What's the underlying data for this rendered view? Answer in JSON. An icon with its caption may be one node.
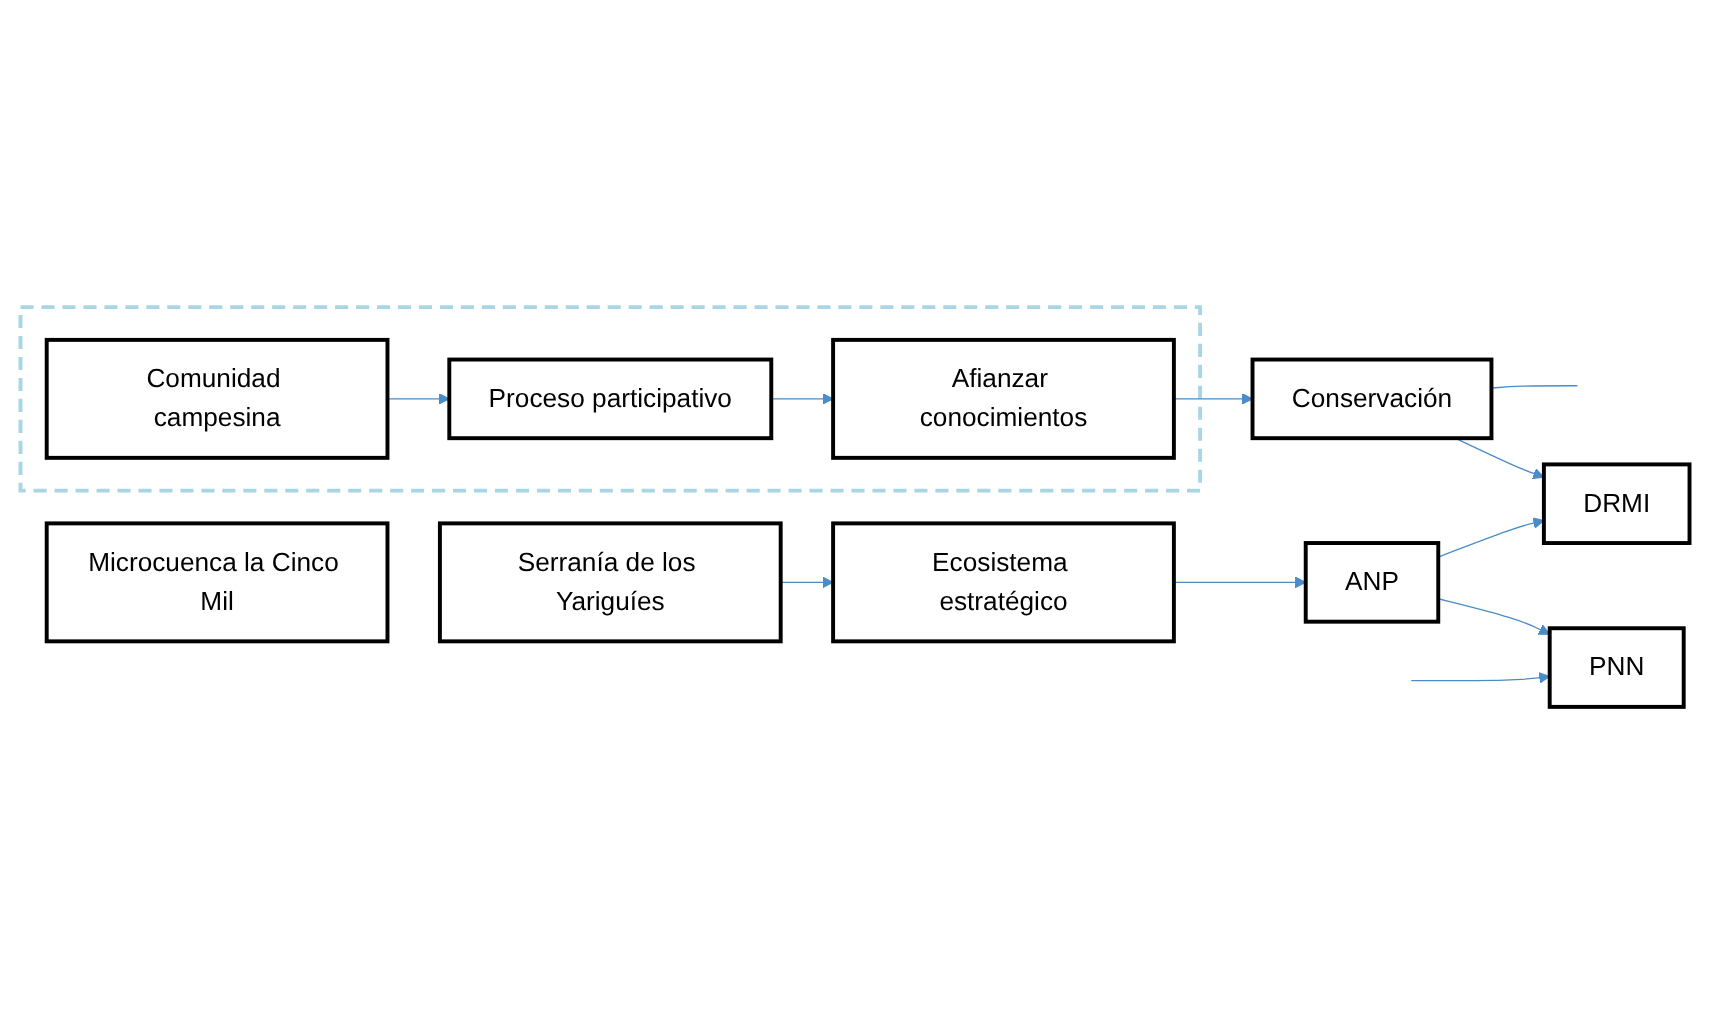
{
  "diagram": {
    "nodes": [
      {
        "text": [
          "Serranía de los Yariguíes"
        ]
      },
      {
        "text": [
          "Ecosistema estratégico"
        ]
      },
      {
        "text": [
          "PNN"
        ]
      },
      {
        "text": [
          "ANP"
        ]
      },
      {
        "text": [
          "DRMI"
        ]
      },
      {
        "text": [],
        "shape": "box"
      },
      {
        "text": [
          "Comunidad campesina"
        ],
        "in": 5
      },
      {
        "text": [
          "Proceso participativo"
        ],
        "in": 5
      },
      {
        "text": [
          "Afianzar conocimientos"
        ],
        "in": 5
      },
      {
        "text": [
          "Microcuenca la Cinco Mil"
        ]
      },
      {
        "text": [
          "Conservación"
        ]
      }
    ],
    "edges": [
      {
        "from": 0,
        "to": 1,
        "arrow": "to"
      },
      {
        "from": 1,
        "to": 3,
        "arrow": "to"
      },
      {
        "from": 3,
        "to": 2,
        "arrow": "to"
      },
      {
        "from": 3,
        "to": 4,
        "arrow": "to"
      },
      {
        "from": 6,
        "to": 7,
        "arrow": "to"
      },
      {
        "from": 7,
        "to": 8,
        "arrow": "to"
      },
      {
        "from": 8,
        "to": 10,
        "arrow": "to"
      },
      {
        "from": 10,
        "to": 4,
        "arrow": "to"
      },
      {
        "from": null,
        "to": 2,
        "arrow": "to"
      },
      {
        "from": 10,
        "to": null,
        "arrow": "none"
      }
    ]
  }
}
